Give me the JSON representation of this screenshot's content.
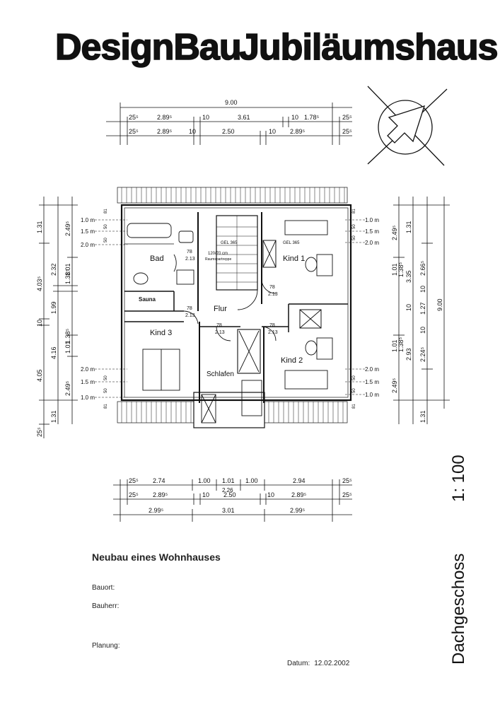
{
  "header": {
    "title_part1": "DesignBau",
    "title_part2": "Jubiläumshaus"
  },
  "top_dimensions": {
    "overall": "9.00",
    "row1": [
      "25⁵",
      "2.89⁵",
      "10",
      "3.61",
      "10",
      "1.78⁵",
      "25⁵"
    ],
    "row2": [
      "25⁵",
      "2.89⁵",
      "10",
      "2.50",
      "10",
      "2.89⁵",
      "25⁵"
    ]
  },
  "rooms": {
    "bad": "Bad",
    "sauna": "Sauna",
    "flur": "Flur",
    "kind1": "Kind 1",
    "kind2": "Kind 2",
    "kind3": "Kind 3",
    "schlafen": "Schlafen"
  },
  "plan_labels": {
    "stair_note_1": "120/70 cm",
    "stair_note_2": "Raumspartreppe",
    "gel_left": "GEL 365",
    "gel_right": "GEL 365",
    "door_top": "78",
    "door_bottom": "2.13",
    "height_1": "1.0 m",
    "height_2": "1.5 m",
    "height_3": "2.0 m",
    "dim_81": "81",
    "dim_50": "50"
  },
  "left_dimensions": {
    "outer": [
      "1.31",
      "4.03⁵",
      "10",
      "4.05",
      "25⁵"
    ],
    "middle": [
      "2.32",
      "1.99",
      "4.16",
      "1.31"
    ],
    "inner": [
      "2.49⁵",
      "1.01",
      "1.38⁵",
      "1.01",
      "1.38⁵",
      "2.49⁵"
    ]
  },
  "right_dimensions": {
    "overall": "9.00",
    "outer": [
      "1.31",
      "2.66⁵",
      "10",
      "1.27",
      "10",
      "2.24⁵",
      "1.31"
    ],
    "middle": [
      "2.49⁵",
      "1.01",
      "1.38⁵",
      "3.35",
      "10",
      "2.93",
      "1.38⁵",
      "1.01",
      "2.49⁵"
    ]
  },
  "bottom_dimensions": {
    "row1": [
      "25⁵",
      "2.74",
      "1.00",
      "1.01",
      "1.00",
      "2.94",
      "25⁵"
    ],
    "row1_sub": "2.26",
    "row2": [
      "25⁵",
      "2.89⁵",
      "10",
      "2.50",
      "10",
      "2.89⁵",
      "25⁵"
    ],
    "row3": [
      "2.99⁵",
      "3.01",
      "2.99⁵"
    ]
  },
  "side": {
    "scale": "1: 100",
    "floor": "Dachgeschoss"
  },
  "footer": {
    "project": "Neubau eines Wohnhauses",
    "bauort": "Bauort:",
    "bauherr": "Bauherr:",
    "planung": "Planung:",
    "datum_label": "Datum:",
    "datum_value": "12.02.2002"
  },
  "colors": {
    "ink": "#111111",
    "paper": "#ffffff"
  }
}
